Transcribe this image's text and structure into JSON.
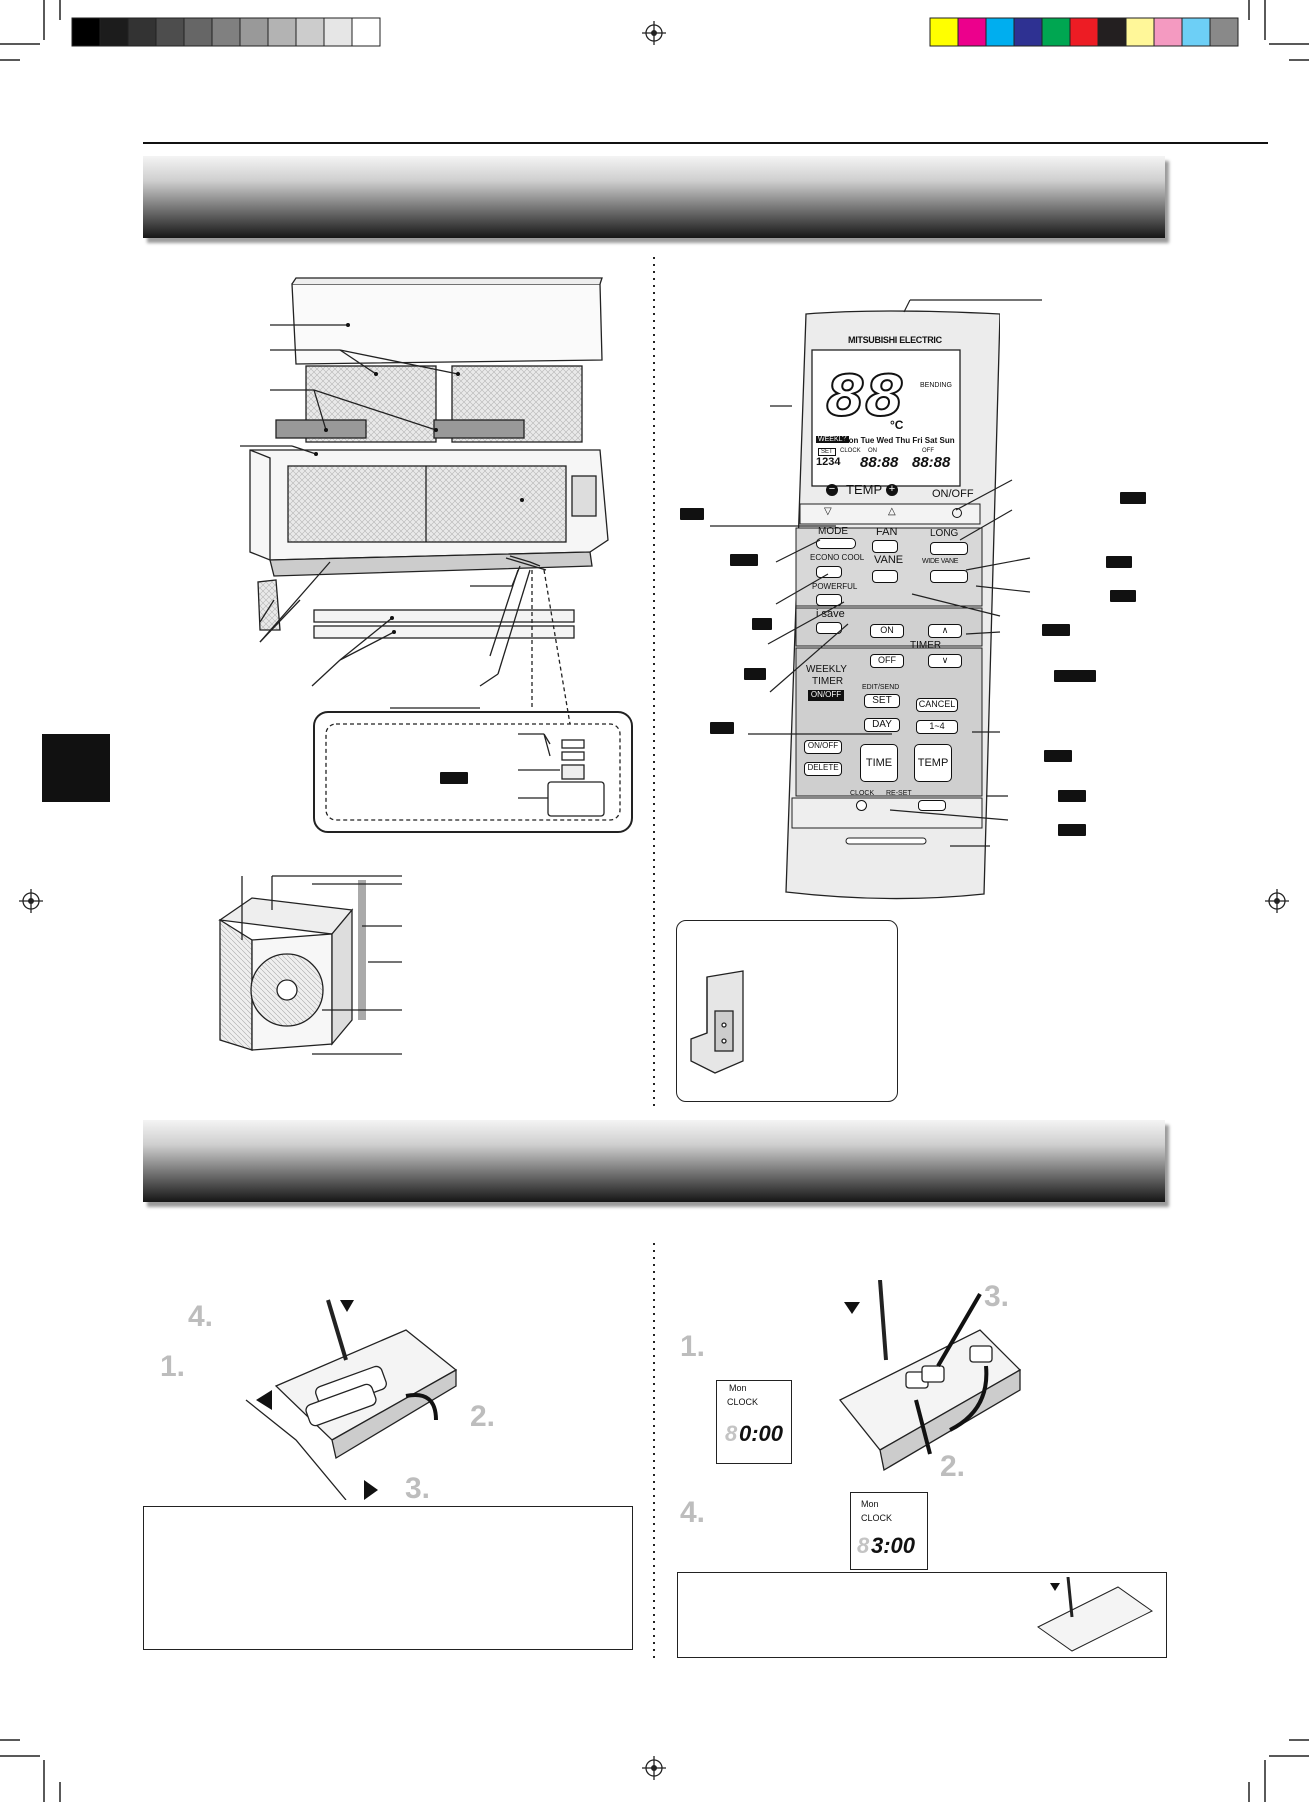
{
  "brand": {
    "name": "MITSUBISHI ELECTRIC"
  },
  "color_bar": {
    "grays": [
      "#000000",
      "#1c1c1c",
      "#333333",
      "#4d4d4d",
      "#666666",
      "#808080",
      "#999999",
      "#b3b3b3",
      "#cccccc",
      "#e6e6e6",
      "#ffffff"
    ],
    "colors": [
      "#ffff00",
      "#ec008c",
      "#00aeef",
      "#2e3192",
      "#00a651",
      "#ed1c24",
      "#231f20",
      "#fff799",
      "#f49ac1",
      "#6dcff6",
      "#898989"
    ]
  },
  "remote": {
    "display": {
      "temp": "88",
      "unit": "°C",
      "weekly": "WEEKLY",
      "days": "Mon Tue Wed Thu Fri Sat Sun",
      "set": "SET",
      "clock": "CLOCK",
      "on": "ON",
      "off": "OFF",
      "numbers": "1234",
      "time1": "88:88",
      "time2": "88:88",
      "bending": "BENDING"
    },
    "buttons": {
      "temp": "TEMP",
      "on_off": "ON/OFF",
      "mode": "MODE",
      "econo_cool": "ECONO COOL",
      "powerful": "POWERFUL",
      "i_save": "i save",
      "fan": "FAN",
      "vane": "VANE",
      "long": "LONG",
      "wide_vane": "WIDE VANE",
      "timer_on": "ON",
      "timer": "TIMER",
      "timer_off": "OFF",
      "weekly_timer_line1": "WEEKLY",
      "weekly_timer_line2": "TIMER",
      "weekly_on_off": "ON/OFF",
      "edit_send": "EDIT/SEND",
      "set": "SET",
      "cancel": "CANCEL",
      "day": "DAY",
      "one_to_four": "1~4",
      "on_off_small": "ON/OFF",
      "delete": "DELETE",
      "time": "TIME",
      "temp_small": "TEMP",
      "clock": "CLOCK",
      "reset": "RE-SET"
    }
  },
  "steps": {
    "battery": {
      "s1": "1.",
      "s2": "2.",
      "s3": "3.",
      "s4": "4."
    },
    "clock": {
      "s1": "1.",
      "s2": "2.",
      "s3": "3.",
      "s4": "4."
    }
  },
  "clock_displays": {
    "before": {
      "day": "Mon",
      "label": "CLOCK",
      "time": "0:00",
      "digit": "8"
    },
    "after": {
      "day": "Mon",
      "label": "CLOCK",
      "time": "3:00",
      "digit": "8"
    }
  }
}
